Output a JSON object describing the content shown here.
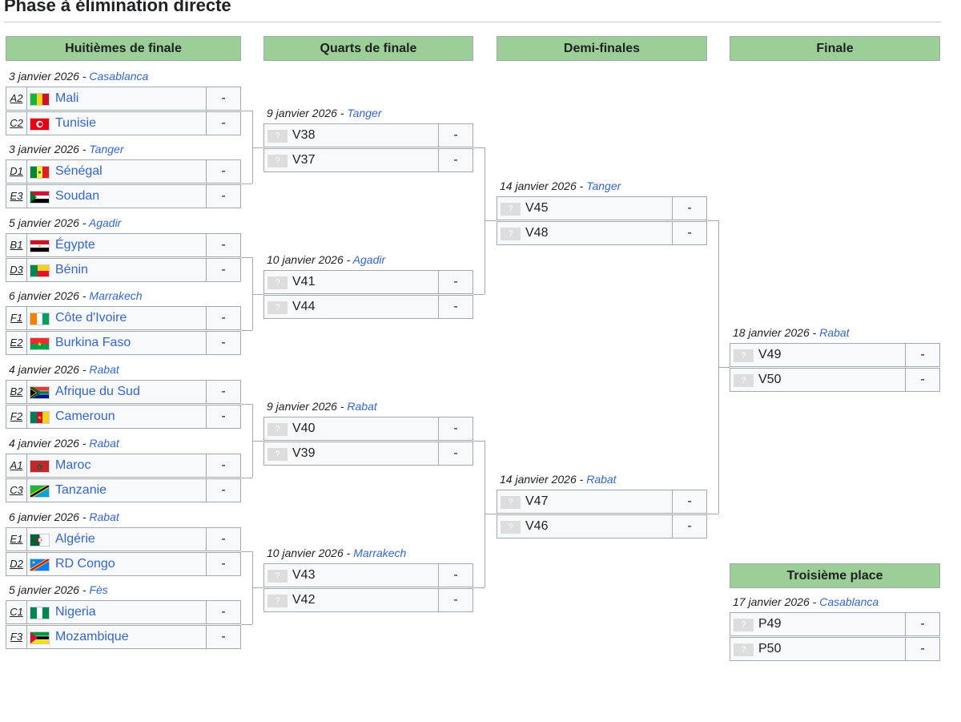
{
  "page": {
    "title": "Phase à élimination directe"
  },
  "headers": {
    "r16": "Huitièmes de finale",
    "qf": "Quarts de finale",
    "sf": "Demi-finales",
    "final": "Finale",
    "third": "Troisième place"
  },
  "r16": [
    {
      "date": "3 janvier 2026",
      "venue": "Casablanca",
      "teams": [
        {
          "seed": "A2",
          "name": "Mali",
          "score": "-"
        },
        {
          "seed": "C2",
          "name": "Tunisie",
          "score": "-"
        }
      ]
    },
    {
      "date": "3 janvier 2026",
      "venue": "Tanger",
      "teams": [
        {
          "seed": "D1",
          "name": "Sénégal",
          "score": "-"
        },
        {
          "seed": "E3",
          "name": "Soudan",
          "score": "-"
        }
      ]
    },
    {
      "date": "5 janvier 2026",
      "venue": "Agadir",
      "teams": [
        {
          "seed": "B1",
          "name": "Égypte",
          "score": "-"
        },
        {
          "seed": "D3",
          "name": "Bénin",
          "score": "-"
        }
      ]
    },
    {
      "date": "6 janvier 2026",
      "venue": "Marrakech",
      "teams": [
        {
          "seed": "F1",
          "name": "Côte d'Ivoire",
          "score": "-"
        },
        {
          "seed": "E2",
          "name": "Burkina Faso",
          "score": "-"
        }
      ]
    },
    {
      "date": "4 janvier 2026",
      "venue": "Rabat",
      "teams": [
        {
          "seed": "B2",
          "name": "Afrique du Sud",
          "score": "-"
        },
        {
          "seed": "F2",
          "name": "Cameroun",
          "score": "-"
        }
      ]
    },
    {
      "date": "4 janvier 2026",
      "venue": "Rabat",
      "teams": [
        {
          "seed": "A1",
          "name": "Maroc",
          "score": "-"
        },
        {
          "seed": "C3",
          "name": "Tanzanie",
          "score": "-"
        }
      ]
    },
    {
      "date": "6 janvier 2026",
      "venue": "Rabat",
      "teams": [
        {
          "seed": "E1",
          "name": "Algérie",
          "score": "-"
        },
        {
          "seed": "D2",
          "name": "RD Congo",
          "score": "-"
        }
      ]
    },
    {
      "date": "5 janvier 2026",
      "venue": "Fès",
      "teams": [
        {
          "seed": "C1",
          "name": "Nigeria",
          "score": "-"
        },
        {
          "seed": "F3",
          "name": "Mozambique",
          "score": "-"
        }
      ]
    }
  ],
  "qf": [
    {
      "date": "9 janvier 2026",
      "venue": "Tanger",
      "teams": [
        {
          "name": "V38",
          "score": "-"
        },
        {
          "name": "V37",
          "score": "-"
        }
      ]
    },
    {
      "date": "10 janvier 2026",
      "venue": "Agadir",
      "teams": [
        {
          "name": "V41",
          "score": "-"
        },
        {
          "name": "V44",
          "score": "-"
        }
      ]
    },
    {
      "date": "9 janvier 2026",
      "venue": "Rabat",
      "teams": [
        {
          "name": "V40",
          "score": "-"
        },
        {
          "name": "V39",
          "score": "-"
        }
      ]
    },
    {
      "date": "10 janvier 2026",
      "venue": "Marrakech",
      "teams": [
        {
          "name": "V43",
          "score": "-"
        },
        {
          "name": "V42",
          "score": "-"
        }
      ]
    }
  ],
  "sf": [
    {
      "date": "14 janvier 2026",
      "venue": "Tanger",
      "teams": [
        {
          "name": "V45",
          "score": "-"
        },
        {
          "name": "V48",
          "score": "-"
        }
      ]
    },
    {
      "date": "14 janvier 2026",
      "venue": "Rabat",
      "teams": [
        {
          "name": "V47",
          "score": "-"
        },
        {
          "name": "V46",
          "score": "-"
        }
      ]
    }
  ],
  "final": {
    "date": "18 janvier 2026",
    "venue": "Rabat",
    "teams": [
      {
        "name": "V49",
        "score": "-"
      },
      {
        "name": "V50",
        "score": "-"
      }
    ]
  },
  "third": {
    "date": "17 janvier 2026",
    "venue": "Casablanca",
    "teams": [
      {
        "name": "P49",
        "score": "-"
      },
      {
        "name": "P50",
        "score": "-"
      }
    ]
  },
  "placeholder_glyph": "?",
  "colors": {
    "header_bg": "#9ccf98",
    "link": "#3366cc",
    "border": "#a2a9b1",
    "cell_bg": "#f8f9fa"
  },
  "flags": {
    "Mali": "mali-flag-icon",
    "Tunisie": "tunisia-flag-icon",
    "Sénégal": "senegal-flag-icon",
    "Soudan": "sudan-flag-icon",
    "Égypte": "egypt-flag-icon",
    "Bénin": "benin-flag-icon",
    "Côte d'Ivoire": "ivory-coast-flag-icon",
    "Burkina Faso": "burkina-faso-flag-icon",
    "Afrique du Sud": "south-africa-flag-icon",
    "Cameroun": "cameroon-flag-icon",
    "Maroc": "morocco-flag-icon",
    "Tanzanie": "tanzania-flag-icon",
    "Algérie": "algeria-flag-icon",
    "RD Congo": "dr-congo-flag-icon",
    "Nigeria": "nigeria-flag-icon",
    "Mozambique": "mozambique-flag-icon"
  }
}
